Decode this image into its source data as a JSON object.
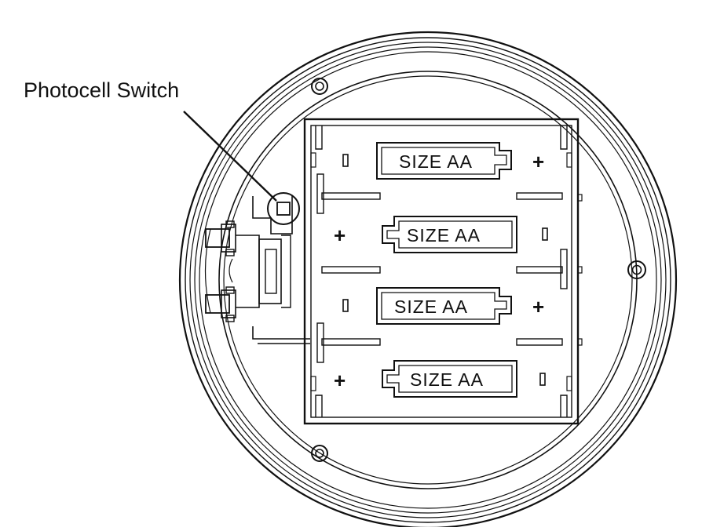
{
  "diagram": {
    "callout_label": "Photocell Switch",
    "battery_label": "SIZE AA",
    "plus_sign": "+",
    "minus_mark": "▯",
    "line_color": "#111111",
    "background": "#ffffff",
    "battery_count": 4,
    "batteries": [
      {
        "label": "SIZE AA",
        "polarity_left": "minus",
        "polarity_right": "plus"
      },
      {
        "label": "SIZE AA",
        "polarity_left": "plus",
        "polarity_right": "minus"
      },
      {
        "label": "SIZE AA",
        "polarity_left": "minus",
        "polarity_right": "plus"
      },
      {
        "label": "SIZE AA",
        "polarity_left": "plus",
        "polarity_right": "minus"
      }
    ]
  }
}
